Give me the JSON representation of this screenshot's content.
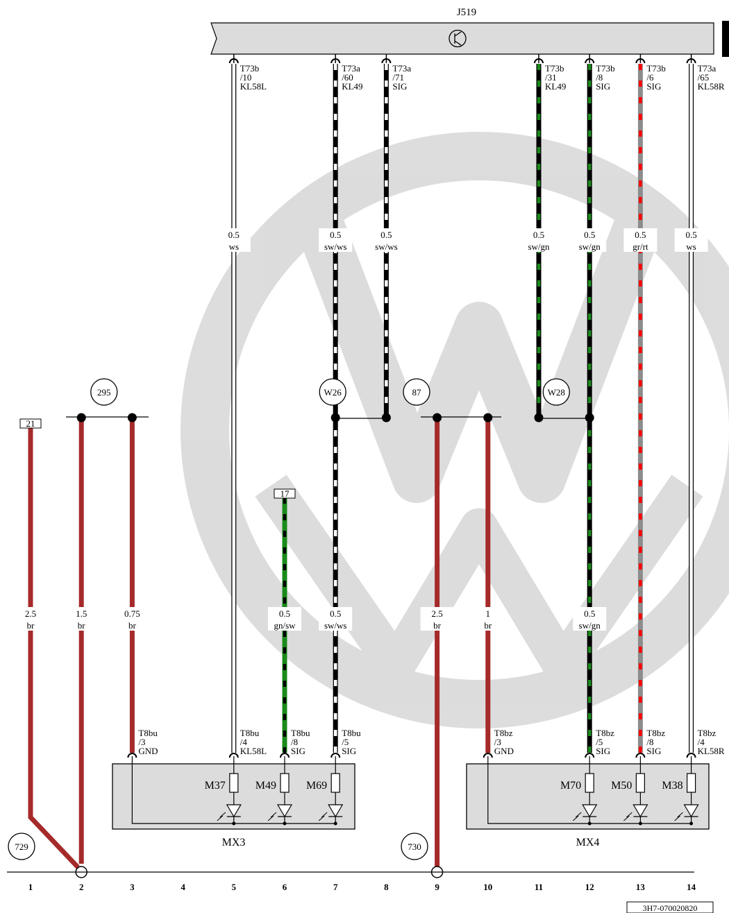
{
  "diagram": {
    "colors": {
      "br": "#a52a2a",
      "sw": "#000000",
      "ws": "#ffffff",
      "gn": "#1a8a1a",
      "gr": "#8c8c8c",
      "rt": "#ff0000",
      "module": "#dcdcdc"
    },
    "control_unit": {
      "label": "J519"
    },
    "columns": [
      "1",
      "2",
      "3",
      "4",
      "5",
      "6",
      "7",
      "8",
      "9",
      "10",
      "11",
      "12",
      "13",
      "14"
    ],
    "top_pins": [
      {
        "col": 5,
        "conn": "T73b",
        "pin": "/10",
        "sig": "KL58L"
      },
      {
        "col": 7,
        "conn": "T73a",
        "pin": "/60",
        "sig": "KL49"
      },
      {
        "col": 8,
        "conn": "T73a",
        "pin": "/71",
        "sig": "SIG"
      },
      {
        "col": 11,
        "conn": "T73b",
        "pin": "/31",
        "sig": "KL49"
      },
      {
        "col": 12,
        "conn": "T73b",
        "pin": "/8",
        "sig": "SIG"
      },
      {
        "col": 13,
        "conn": "T73b",
        "pin": "/6",
        "sig": "SIG"
      },
      {
        "col": 14,
        "conn": "T73a",
        "pin": "/65",
        "sig": "KL58R"
      }
    ],
    "upper_wire_labels": [
      {
        "col": 5,
        "size": "0.5",
        "color": "ws"
      },
      {
        "col": 7,
        "size": "0.5",
        "color": "sw/ws"
      },
      {
        "col": 8,
        "size": "0.5",
        "color": "sw/ws"
      },
      {
        "col": 11,
        "size": "0.5",
        "color": "sw/gn"
      },
      {
        "col": 12,
        "size": "0.5",
        "color": "sw/gn"
      },
      {
        "col": 13,
        "size": "0.5",
        "color": "gr/rt"
      },
      {
        "col": 14,
        "size": "0.5",
        "color": "ws"
      }
    ],
    "lower_wire_labels": [
      {
        "col": 1,
        "size": "2.5",
        "color": "br"
      },
      {
        "col": 2,
        "size": "1.5",
        "color": "br"
      },
      {
        "col": 3,
        "size": "0.75",
        "color": "br"
      },
      {
        "col": 6,
        "size": "0.5",
        "color": "gn/sw"
      },
      {
        "col": 7,
        "size": "0.5",
        "color": "sw/ws"
      },
      {
        "col": 9,
        "size": "2.5",
        "color": "br"
      },
      {
        "col": 10,
        "size": "1",
        "color": "br"
      },
      {
        "col": 12,
        "size": "0.5",
        "color": "sw/gn"
      }
    ],
    "splices": [
      {
        "col": 2.5,
        "label": "295"
      },
      {
        "col": 7,
        "label": "W26"
      },
      {
        "col": 8.65,
        "label": "87"
      },
      {
        "col": 11.4,
        "label": "W28"
      }
    ],
    "refs": [
      {
        "col": 1,
        "label": "21"
      },
      {
        "col": 6,
        "label": "17"
      }
    ],
    "grounds": [
      {
        "col": 1,
        "label": "729"
      },
      {
        "col": 9,
        "label": "730"
      }
    ],
    "bottom_pins": [
      {
        "col": 3,
        "conn": "T8bu",
        "pin": "/3",
        "sig": "GND"
      },
      {
        "col": 5,
        "conn": "T8bu",
        "pin": "/4",
        "sig": "KL58L"
      },
      {
        "col": 6,
        "conn": "T8bu",
        "pin": "/8",
        "sig": "SIG"
      },
      {
        "col": 7,
        "conn": "T8bu",
        "pin": "/5",
        "sig": "SIG"
      },
      {
        "col": 10,
        "conn": "T8bz",
        "pin": "/3",
        "sig": "GND"
      },
      {
        "col": 12,
        "conn": "T8bz",
        "pin": "/5",
        "sig": "SIG"
      },
      {
        "col": 13,
        "conn": "T8bz",
        "pin": "/8",
        "sig": "SIG"
      },
      {
        "col": 14,
        "conn": "T8bz",
        "pin": "/4",
        "sig": "KL58R"
      }
    ],
    "modules": [
      {
        "label": "MX3",
        "components": [
          {
            "col": 5,
            "label": "M37"
          },
          {
            "col": 6,
            "label": "M49"
          },
          {
            "col": 7,
            "label": "M69"
          }
        ]
      },
      {
        "label": "MX4",
        "components": [
          {
            "col": 12,
            "label": "M70"
          },
          {
            "col": 13,
            "label": "M50"
          },
          {
            "col": 14,
            "label": "M38"
          }
        ]
      }
    ],
    "footer_code": "3H7-070020820"
  }
}
